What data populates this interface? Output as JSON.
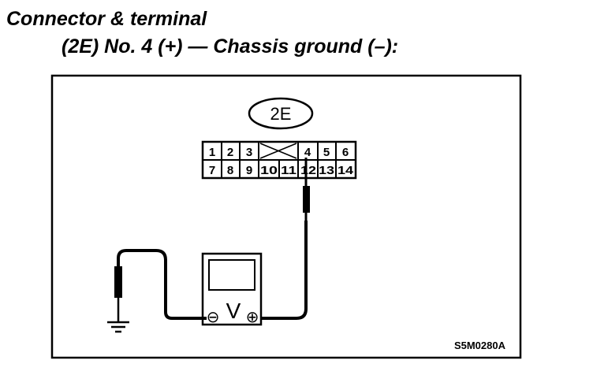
{
  "heading": {
    "line1": "Connector & terminal",
    "line2": "(2E) No. 4 (+) — Chassis ground (–):"
  },
  "connector": {
    "label": "2E",
    "top_row": [
      "1",
      "2",
      "3",
      "",
      "4",
      "5",
      "6"
    ],
    "bottom_row": [
      "7",
      "8",
      "9",
      "10",
      "11",
      "12",
      "13",
      "14"
    ],
    "probed_terminal": "4"
  },
  "voltmeter": {
    "symbol": "V",
    "negative": "⊖",
    "positive": "⊕"
  },
  "figure_code": "S5M0280A"
}
